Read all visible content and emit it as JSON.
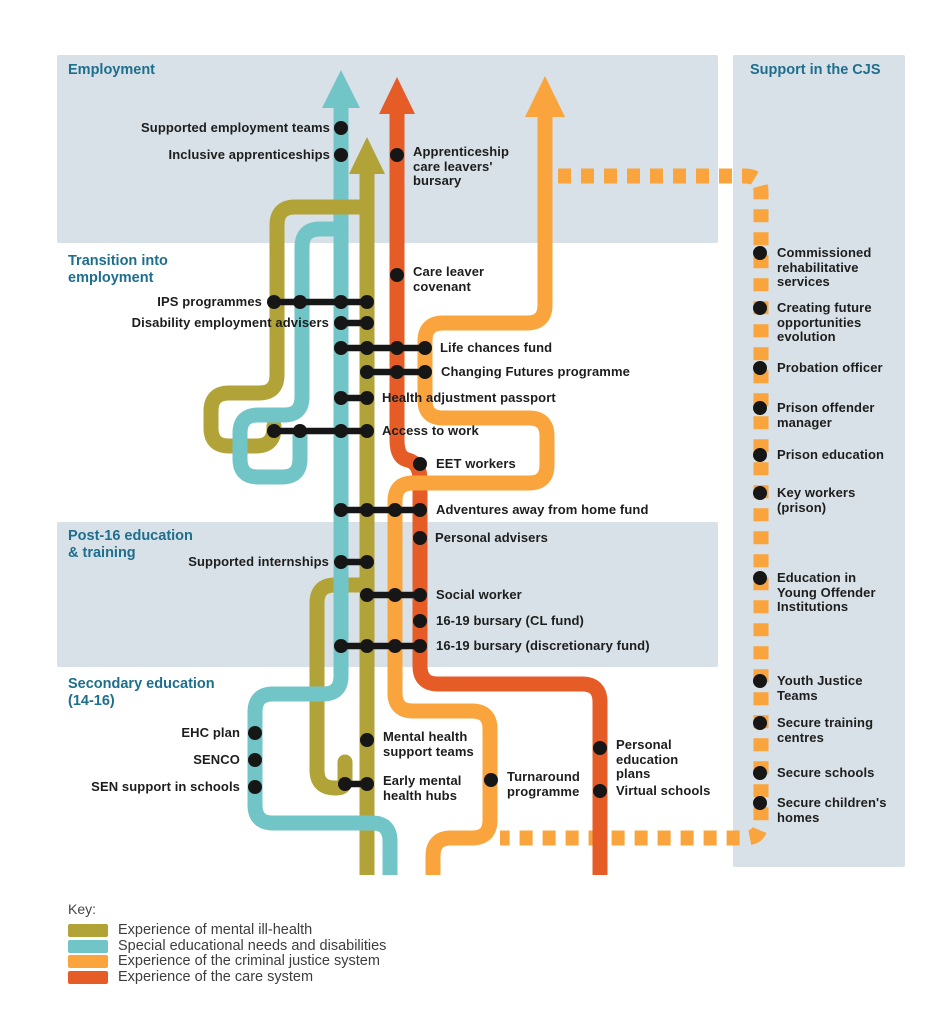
{
  "sections": {
    "employment": {
      "title": "Employment"
    },
    "transition": {
      "title": "Transition into employment"
    },
    "post16": {
      "title": "Post-16 education & training"
    },
    "secondary": {
      "title": "Secondary education (14-16)"
    },
    "cjs": {
      "title": "Support in the CJS"
    }
  },
  "stations": [
    {
      "label": "Supported employment teams"
    },
    {
      "label": "Inclusive apprenticeships"
    },
    {
      "label": "Apprenticeship care leavers' bursary"
    },
    {
      "label": "Care leaver covenant"
    },
    {
      "label": "IPS programmes"
    },
    {
      "label": "Disability employment advisers"
    },
    {
      "label": "Life chances fund"
    },
    {
      "label": "Changing Futures programme"
    },
    {
      "label": "Health adjustment passport"
    },
    {
      "label": "Access to work"
    },
    {
      "label": "EET workers"
    },
    {
      "label": "Adventures away from home fund"
    },
    {
      "label": "Personal advisers"
    },
    {
      "label": "Supported internships"
    },
    {
      "label": "Social worker"
    },
    {
      "label": "16-19 bursary (CL fund)"
    },
    {
      "label": "16-19 bursary (discretionary fund)"
    },
    {
      "label": "EHC plan"
    },
    {
      "label": "SENCO"
    },
    {
      "label": "SEN support in schools"
    },
    {
      "label": "Mental health support teams"
    },
    {
      "label": "Early mental health hubs"
    },
    {
      "label": "Turnaround programme"
    },
    {
      "label": "Personal education plans"
    },
    {
      "label": "Virtual schools"
    }
  ],
  "cjs_stations": [
    {
      "label": "Commissioned rehabilitative services"
    },
    {
      "label": "Creating future opportunities evolution"
    },
    {
      "label": "Probation officer"
    },
    {
      "label": "Prison offender manager"
    },
    {
      "label": "Prison education"
    },
    {
      "label": "Key workers (prison)"
    },
    {
      "label": "Education in Young Offender Institutions"
    },
    {
      "label": "Youth Justice Teams"
    },
    {
      "label": "Secure training centres"
    },
    {
      "label": "Secure schools"
    },
    {
      "label": "Secure children's homes"
    }
  ],
  "key": {
    "heading": "Key:",
    "entries": [
      {
        "label": "Experience of mental ill-health",
        "color": "#b2a339"
      },
      {
        "label": "Special educational needs and disabilities",
        "color": "#72c5c7"
      },
      {
        "label": "Experience of the criminal justice system",
        "color": "#f9a43c"
      },
      {
        "label": "Experience of the care system",
        "color": "#e55c27"
      }
    ]
  },
  "colors": {
    "mental_health": "#b2a339",
    "send": "#72c5c7",
    "criminal_justice": "#f9a43c",
    "care": "#e55c27",
    "band": "#d8e1e7",
    "heading": "#1e6e8d",
    "station": "#161616"
  }
}
